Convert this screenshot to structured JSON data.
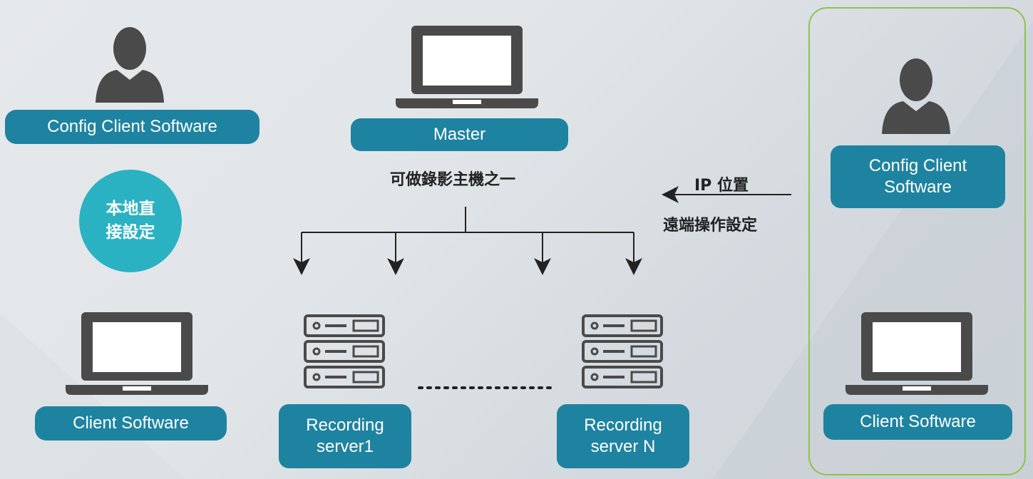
{
  "colors": {
    "accent": "#1e83a0",
    "circle": "#2ab2c3",
    "panel_border": "#8cc349",
    "icon": "#4a4a4a"
  },
  "left": {
    "config_label": "Config Client Software",
    "circle_label": "本地直接設定",
    "client_label": "Client Software"
  },
  "master": {
    "label": "Master",
    "caption": "可做錄影主機之一"
  },
  "servers": [
    {
      "label": "Recording server1"
    },
    {
      "label": "Recording server N"
    }
  ],
  "remote": {
    "ip_label": "IP 位置",
    "remote_label": "遠端操作設定"
  },
  "right": {
    "config_label": "Config Client Software",
    "client_label": "Client Software"
  },
  "icons": [
    "user-icon",
    "laptop-icon",
    "server-rack-icon",
    "arrow-down-icon",
    "arrow-left-icon"
  ]
}
